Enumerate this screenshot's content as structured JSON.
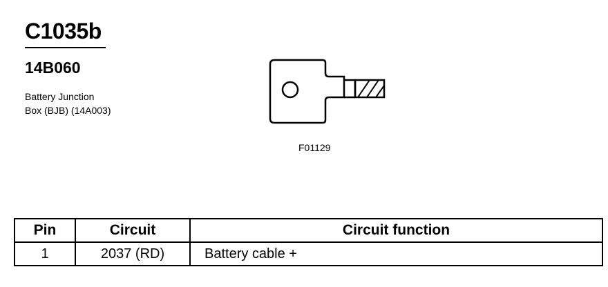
{
  "connector": {
    "id": "C1035b",
    "part_number": "14B060",
    "description_lines": [
      "Battery Junction",
      "Box (BJB) (14A003)"
    ]
  },
  "figure": {
    "id": "F01129",
    "icon": "ring-terminal-connector-icon"
  },
  "table": {
    "headers": {
      "pin": "Pin",
      "circuit": "Circuit",
      "function": "Circuit function"
    },
    "rows": [
      {
        "pin": "1",
        "circuit": "2037 (RD)",
        "function": "Battery cable +"
      }
    ]
  }
}
